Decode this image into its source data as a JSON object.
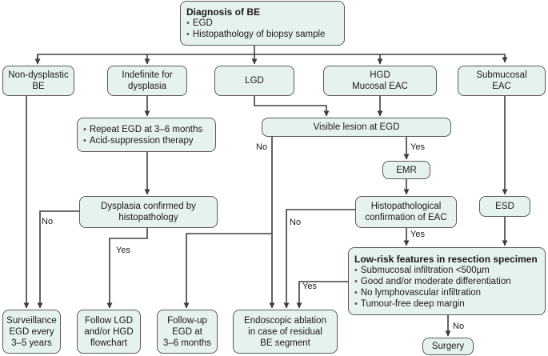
{
  "diagnosis": {
    "title": "Diagnosis of BE",
    "items": [
      "EGD",
      "Histopathology of biopsy sample"
    ]
  },
  "categories": {
    "nondysplastic": [
      "Non-dysplastic",
      "BE"
    ],
    "indefinite": [
      "Indefinite for",
      "dysplasia"
    ],
    "lgd": "LGD",
    "hgd": [
      "HGD",
      "Mucosal EAC"
    ],
    "submucosal": [
      "Submucosal",
      "EAC"
    ]
  },
  "repeat_egd": [
    "Repeat EGD at 3–6 months",
    "Acid-suppression therapy"
  ],
  "visible_lesion": "Visible lesion at EGD",
  "emr": "EMR",
  "dysplasia_confirmed": [
    "Dysplasia confirmed by",
    "histopathology"
  ],
  "histo_confirm": [
    "Histopathological",
    "confirmation of EAC"
  ],
  "esd": "ESD",
  "low_risk": {
    "title": "Low-risk features in resection specimen",
    "items": [
      "Submucosal infiltration <500µm",
      "Good and/or moderate differentiation",
      "No lymphovascular infiltration",
      "Tumour-free deep margin"
    ]
  },
  "outcomes": {
    "surveillance": [
      "Surveillance",
      "EGD every",
      "3–5 years"
    ],
    "follow_flowchart": [
      "Follow LGD",
      "and/or HGD",
      "flowchart"
    ],
    "follow_up": [
      "Follow-up",
      "EGD at",
      "3–6 months"
    ],
    "ablation": [
      "Endoscopic ablation",
      "in case of residual",
      "BE segment"
    ],
    "surgery": "Surgery"
  },
  "edge_labels": {
    "no": "No",
    "yes": "Yes"
  },
  "colors": {
    "box_fill": "#e6f2ec",
    "box_border": "#5a5a5a",
    "arrow": "#3d3d3d"
  }
}
